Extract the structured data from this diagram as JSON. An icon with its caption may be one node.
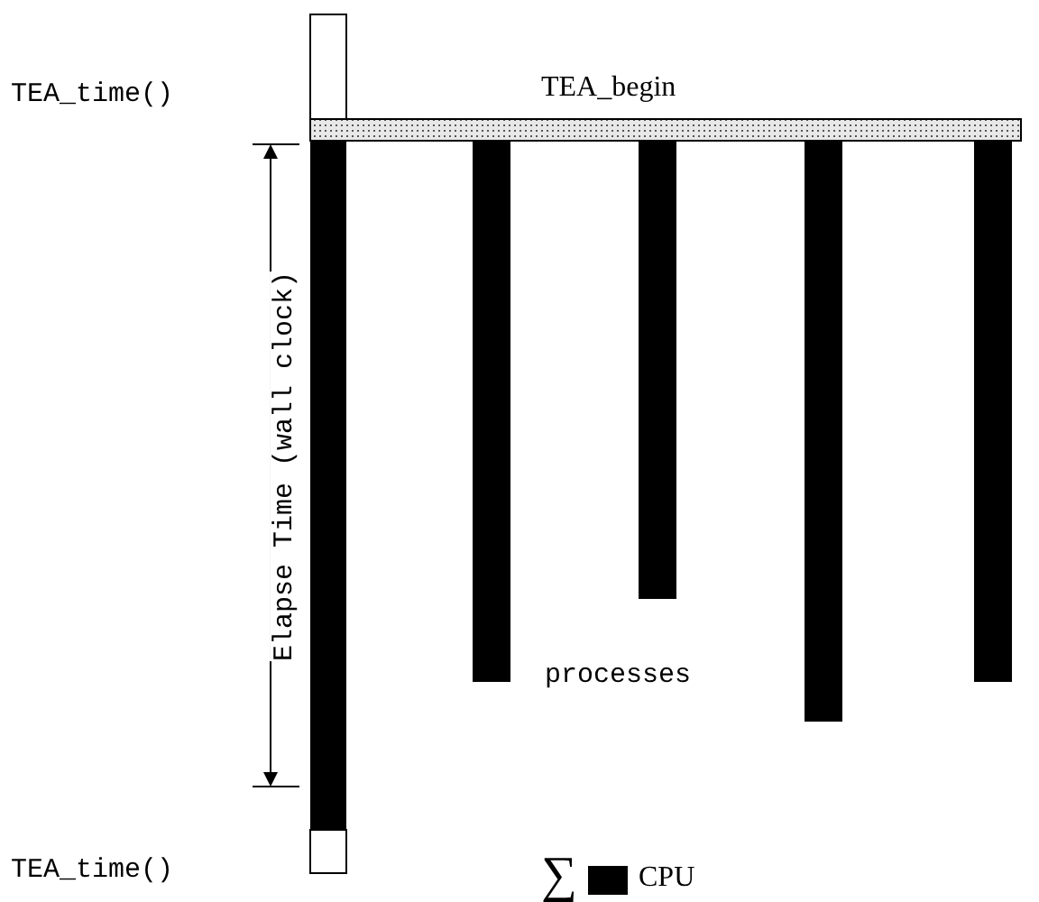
{
  "diagram": {
    "labels": [
      "TEA_time()",
      "TEA_begin",
      "Elapse Time (wall clock)",
      "processes",
      "TEA_time()",
      "∑"
    ],
    "legend": [
      {
        "text": "CPU",
        "color": "#000000"
      }
    ]
  }
}
